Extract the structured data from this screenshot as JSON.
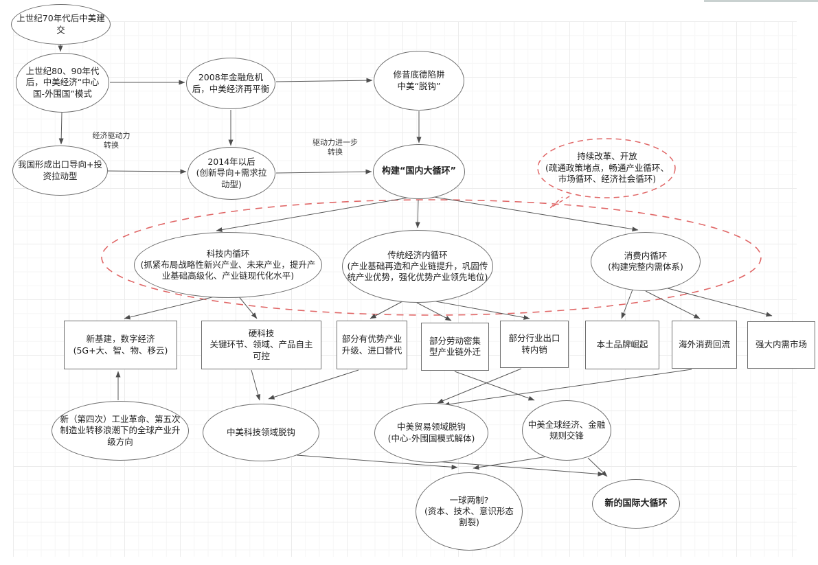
{
  "window": {
    "top_right_bar_color": "#c9d1d0",
    "canvas_background": "#ffffff",
    "grid_color": "#f0f0f0"
  },
  "colors": {
    "shape_border": "#6e6e6e",
    "edge_stroke": "#565656",
    "accent_red_dashed": "#e06666",
    "text": "#1f1f1f"
  },
  "nodes": {
    "ties_1970s": "上世纪70年代后中美建交",
    "center_periphery": "上世纪80、90年代后，中美经济“中心国-外围国”模式",
    "export_oriented": "我国形成出口导向+投资拉动型",
    "rebalance_2008": "2008年金融危机后，中美经济再平衡",
    "after_2014": "2014年以后\n(创新导向+需求拉动型)",
    "thucydides": "修昔底德陷阱\n中美“脱钩”",
    "domestic_circulation": "构建“国内大循环”",
    "reform_callout": "持续改革、开放\n(疏通政策堵点，畅通产业循环、市场循环、经济社会循环)",
    "tech_loop": "科技内循环\n(抓紧布局战略性新兴产业、未来产业，提升产业基础高级化、产业链现代化水平)",
    "traditional_loop": "传统经济内循环\n(产业基础再造和产业链提升，巩固传统产业优势，强化优势产业领先地位)",
    "consumption_loop": "消费内循环\n(构建完整内需体系)",
    "new_infrastructure": "新基建，数字经济\n(5G+大、智、物、移云)",
    "hard_tech": "硬科技\n关键环节、领域、产品自主可控",
    "import_substitution": "部分有优势产业升级、进口替代",
    "labor_relocation": "部分劳动密集型产业链外迁",
    "export_to_domestic": "部分行业出口转内销",
    "local_brands": "本土品牌崛起",
    "overseas_return": "海外消费回流",
    "domestic_demand": "强大内需市场",
    "industrial_revolution": "新（第四次）工业革命、第五次制造业转移浪潮下的全球产业升级方向",
    "tech_decoupling": "中美科技领域脱钩",
    "trade_decoupling": "中美贸易领域脱钩\n(中心-外围国模式解体)",
    "rules_rivalry": "中美全球经济、金融规则交锋",
    "one_globe_two_systems": "一球两制?\n(资本、技术、意识形态割裂)",
    "new_international_circulation": "新的国际大循环"
  },
  "edge_labels": {
    "driver_shift": "经济驱动力转换",
    "driver_shift_further": "驱动力进一步转换"
  }
}
